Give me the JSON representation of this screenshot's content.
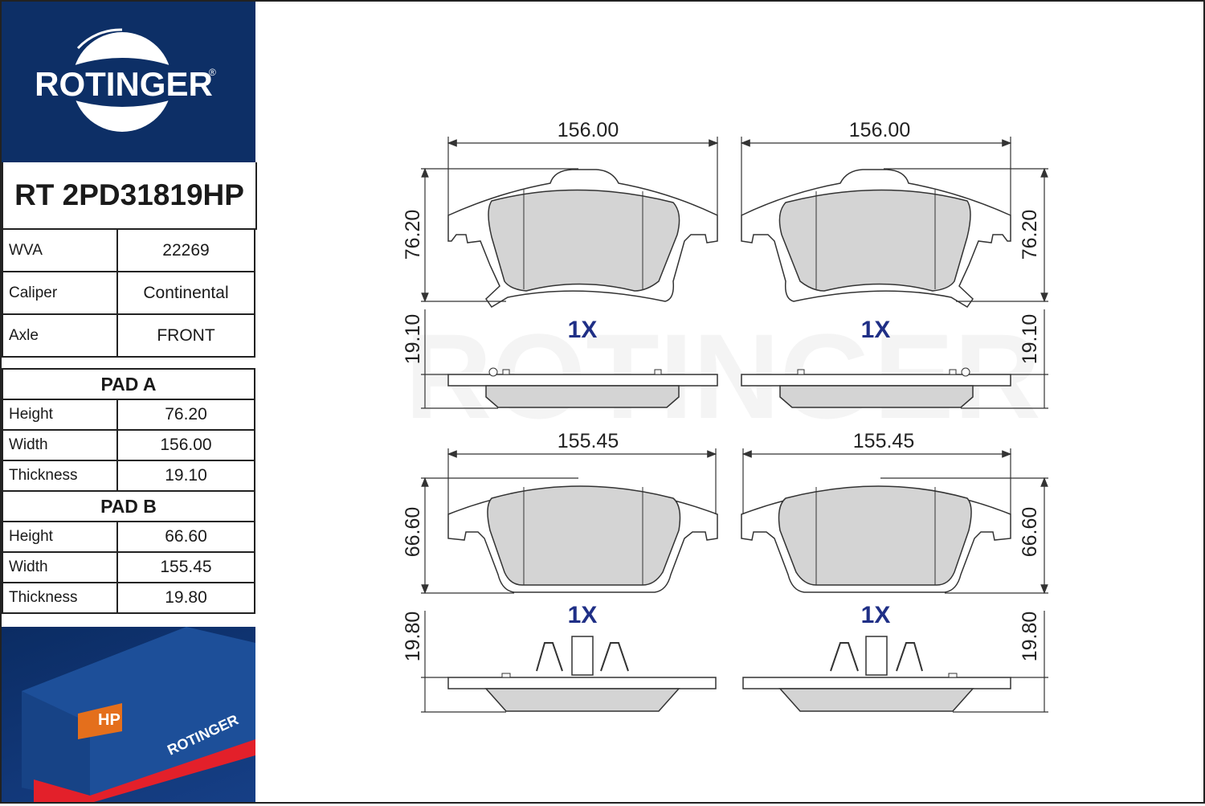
{
  "brand": {
    "name": "ROTINGER",
    "registered": "®",
    "navy": "#0d2f66",
    "accent": "#1f2f86"
  },
  "part_number": "RT 2PD31819HP",
  "specs": [
    {
      "label": "WVA",
      "value": "22269"
    },
    {
      "label": "Caliper",
      "value": "Continental"
    },
    {
      "label": "Axle",
      "value": "FRONT"
    }
  ],
  "pad_a": {
    "title": "PAD A",
    "rows": [
      {
        "label": "Height",
        "value": "76.20"
      },
      {
        "label": "Width",
        "value": "156.00"
      },
      {
        "label": "Thickness",
        "value": "19.10"
      }
    ]
  },
  "pad_b": {
    "title": "PAD B",
    "rows": [
      {
        "label": "Height",
        "value": "66.60"
      },
      {
        "label": "Width",
        "value": "155.45"
      },
      {
        "label": "Thickness",
        "value": "19.80"
      }
    ]
  },
  "drawing": {
    "pad_a": {
      "width": "156.00",
      "height": "76.20",
      "thickness": "19.10",
      "qty": "1X"
    },
    "pad_b": {
      "width": "155.45",
      "height": "66.60",
      "thickness": "19.80",
      "qty": "1X"
    }
  },
  "package": {
    "label": "HP"
  }
}
